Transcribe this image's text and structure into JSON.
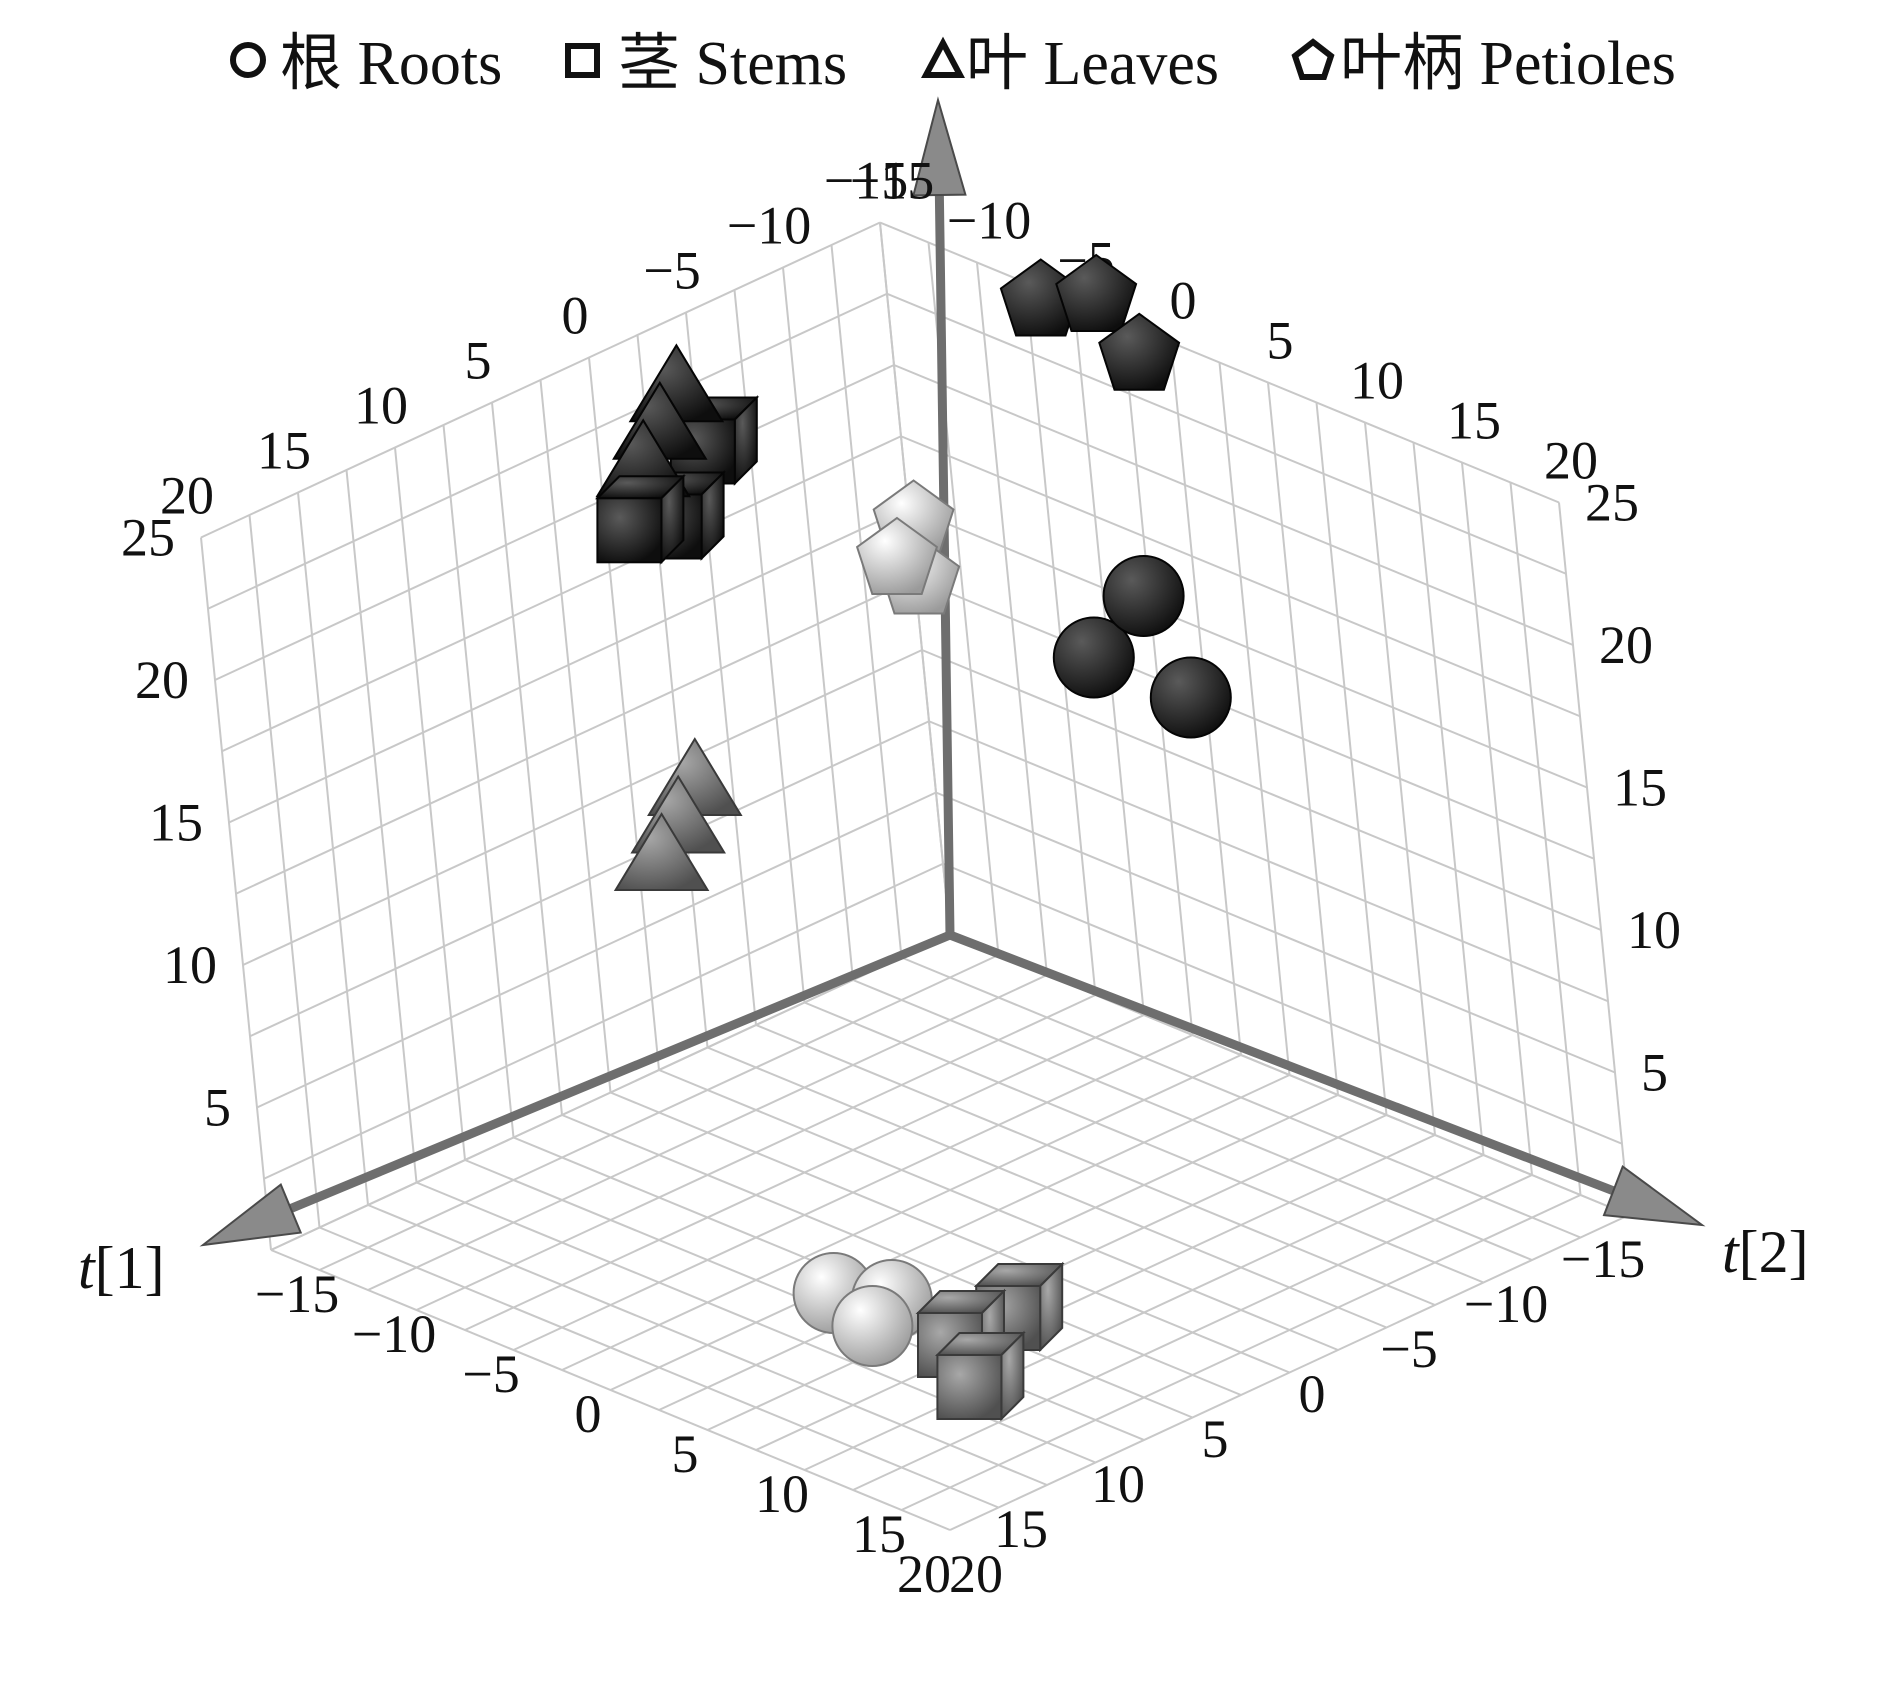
{
  "legend": {
    "items": [
      {
        "label": "根 Roots",
        "marker": "circle"
      },
      {
        "label": "茎 Stems",
        "marker": "square"
      },
      {
        "label": "叶 Leaves",
        "marker": "triangle"
      },
      {
        "label": "叶柄 Petioles",
        "marker": "pentagon"
      }
    ]
  },
  "axes": {
    "x_var": "t",
    "x_idx": "[1]",
    "y_var": "t",
    "y_idx": "[2]"
  },
  "colors": {
    "grid": "#c8c8c8",
    "axis": "#6e6e6e",
    "dark": "#1e1e1e",
    "mid": "#6a6a6a",
    "light": "#c4c4c4",
    "text": "#111111"
  },
  "chart_data": {
    "type": "scatter",
    "projection": "3d",
    "x_axis_name": "t[1]",
    "y_axis_name": "t[2]",
    "x_ticks": [
      -15,
      -10,
      -5,
      0,
      5,
      10,
      15,
      20
    ],
    "y_ticks": [
      -15,
      -10,
      -5,
      0,
      5,
      10,
      15,
      20
    ],
    "z_ticks": [
      5,
      10,
      15,
      20,
      25
    ],
    "xlim": [
      -15,
      20
    ],
    "ylim": [
      -15,
      20
    ],
    "zlim": [
      0,
      25
    ],
    "grid": true,
    "legend_position": "top",
    "series": [
      {
        "name": "根 Roots",
        "marker": "circle",
        "points": [
          {
            "x": 10,
            "y": 7,
            "z": 0,
            "shade": "light"
          },
          {
            "x": 12,
            "y": 8,
            "z": 0,
            "shade": "light"
          },
          {
            "x": 11,
            "y": 5,
            "z": 0,
            "shade": "light"
          },
          {
            "x": -15,
            "y": -3,
            "z": 14,
            "shade": "dark"
          },
          {
            "x": -15,
            "y": -1,
            "z": 11,
            "shade": "dark"
          },
          {
            "x": -15,
            "y": -6,
            "z": 11,
            "shade": "dark"
          }
        ]
      },
      {
        "name": "茎 Stems",
        "marker": "square",
        "points": [
          {
            "x": 8,
            "y": 11,
            "z": 0,
            "shade": "mid"
          },
          {
            "x": 11,
            "y": 11,
            "z": 0,
            "shade": "mid"
          },
          {
            "x": 13,
            "y": 14,
            "z": 0,
            "shade": "mid"
          },
          {
            "x": -3,
            "y": -15,
            "z": 17,
            "shade": "dark"
          },
          {
            "x": -5,
            "y": -15,
            "z": 19,
            "shade": "dark"
          },
          {
            "x": -1,
            "y": -15,
            "z": 17.5,
            "shade": "dark"
          }
        ]
      },
      {
        "name": "叶 Leaves",
        "marker": "triangle",
        "points": [
          {
            "x": -4,
            "y": -15,
            "z": 21.5,
            "shade": "dark"
          },
          {
            "x": -3,
            "y": -15,
            "z": 20.5,
            "shade": "dark"
          },
          {
            "x": -2,
            "y": -15,
            "z": 19.5,
            "shade": "dark"
          },
          {
            "x": -3,
            "y": -15,
            "z": 8,
            "shade": "mid"
          },
          {
            "x": -2,
            "y": -15,
            "z": 7,
            "shade": "mid"
          },
          {
            "x": -1,
            "y": -15,
            "z": 6,
            "shade": "mid"
          }
        ]
      },
      {
        "name": "叶柄 Petioles",
        "marker": "pentagon",
        "points": [
          {
            "x": -15,
            "y": -4,
            "z": 24,
            "shade": "dark"
          },
          {
            "x": -15,
            "y": -2,
            "z": 22.5,
            "shade": "dark"
          },
          {
            "x": -15,
            "y": -7,
            "z": 23,
            "shade": "dark"
          },
          {
            "x": -15,
            "y": -15,
            "z": 13,
            "shade": "light"
          },
          {
            "x": -15,
            "y": -15,
            "z": 11,
            "shade": "light"
          },
          {
            "x": -14,
            "y": -15,
            "z": 12,
            "shade": "light"
          }
        ]
      }
    ]
  }
}
